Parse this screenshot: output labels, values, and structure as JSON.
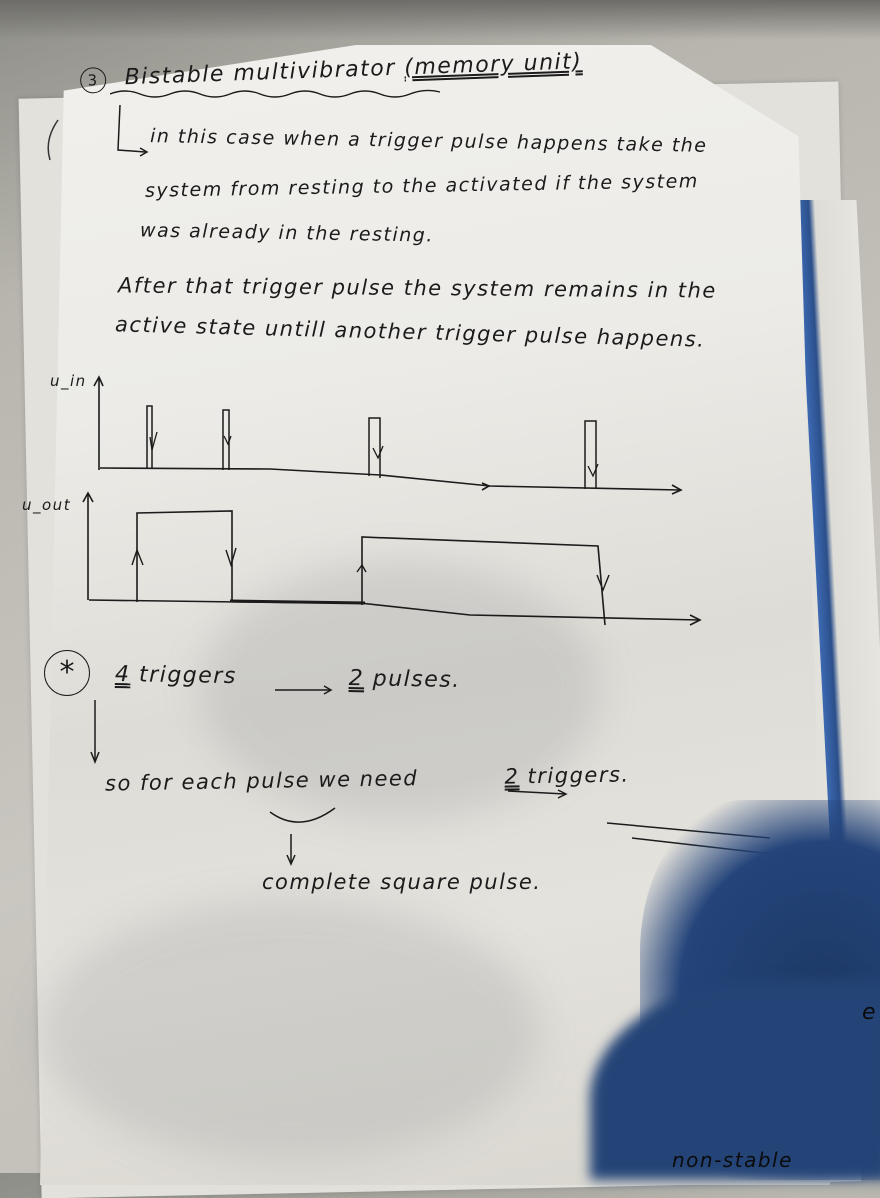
{
  "document": {
    "type": "handwritten-notes-photo",
    "title": {
      "number": "3",
      "text": "Bistable multivibrator",
      "parenthetical": "(memory unit)"
    },
    "paragraph1": {
      "line1": "in this case when a trigger pulse happens take the",
      "line2": "system from resting to the activated if the system",
      "line3": "was already in the resting."
    },
    "paragraph2": {
      "line1": "After that trigger pulse the system remains in the",
      "line2": "active state untill another trigger pulse happens."
    },
    "diagram": {
      "input_axis_label": "u_in",
      "output_axis_label": "u_out",
      "input_triggers": 4,
      "output_pulses": 2
    },
    "note": {
      "marker": "*",
      "line1_count": "4",
      "line1_left": "triggers",
      "line1_arrow": "→",
      "line1_right_count": "2",
      "line1_right": "pulses.",
      "line2_prefix": "so for each",
      "line2_word": "pulse",
      "line2_mid": "we need",
      "line2_arrow": "→",
      "line2_count": "2",
      "line2_end": "triggers.",
      "line3": "complete square pulse."
    },
    "partial_text": {
      "bottom_right": "non-stable",
      "right_edge": "e"
    }
  },
  "colors": {
    "ink": "#1b1b1b",
    "paper": "#ecebe7",
    "background": "#b7b5ad",
    "shadow_blue": "#24447a"
  }
}
